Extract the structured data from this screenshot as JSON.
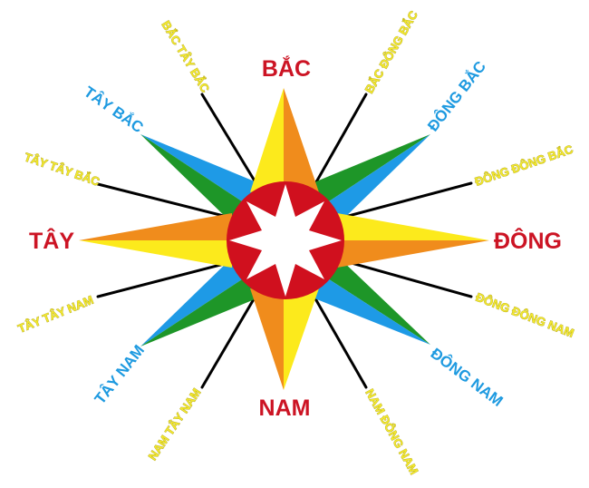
{
  "diagram": {
    "type": "compass-rose",
    "colors": {
      "red": "#d0101e",
      "yellow": "#fcea1c",
      "orange": "#f08c1c",
      "green": "#1e9628",
      "blue": "#1e9ae6",
      "line": "#000000",
      "star": "#ffffff",
      "main_label": "#cc1424",
      "diag_label": "#1e9ae0",
      "sub_label": "#f2e830"
    },
    "labels": {
      "north": "BẮC",
      "south": "NAM",
      "east": "ĐÔNG",
      "west": "TÂY",
      "northwest": "TÂY BẮC",
      "northeast": "ĐÔNG BẮC",
      "southwest": "TÂY NAM",
      "southeast": "ĐÔNG NAM",
      "nnw": "BẮC TÂY BẮC",
      "nne": "BẮC ĐÔNG BẮC",
      "wnw": "TÂY TÂY BẮC",
      "ene": "ĐÔNG ĐÔNG BẮC",
      "wsw": "TÂY TÂY NAM",
      "ese": "ĐÔNG ĐÔNG NAM",
      "ssw": "NAM TÂY NAM",
      "sse": "NAM ĐÔNG NAM"
    }
  }
}
